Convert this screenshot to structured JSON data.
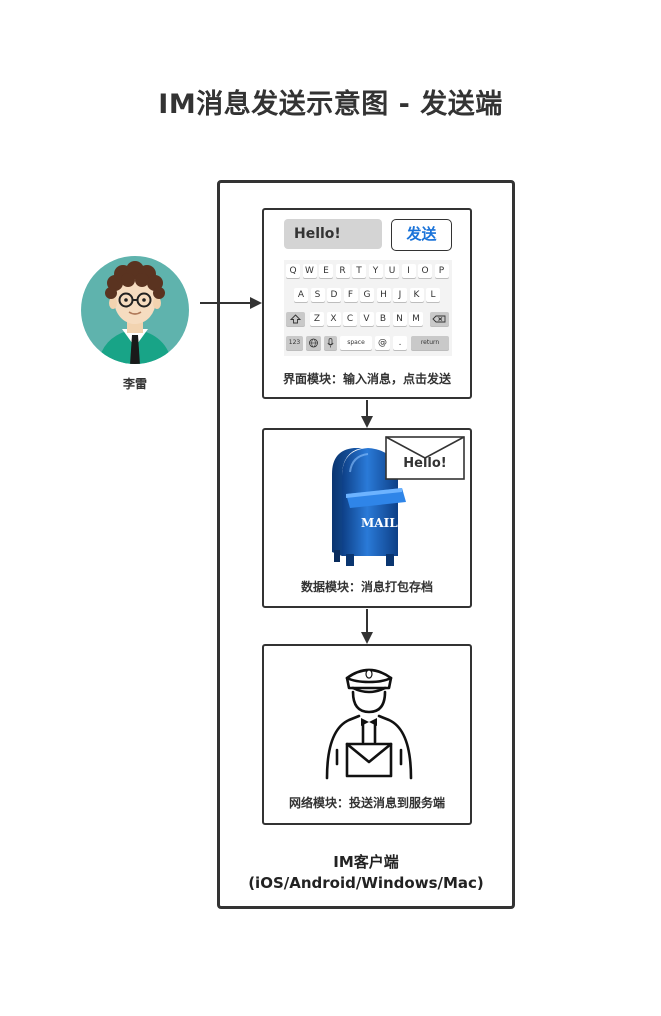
{
  "title": "IM消息发送示意图 - 发送端",
  "user": {
    "name": "李雷"
  },
  "client": {
    "line1": "IM客户端",
    "line2": "(iOS/Android/Windows/Mac)"
  },
  "ui_module": {
    "label": "界面模块：输入消息，点击发送",
    "input_value": "Hello!",
    "send_label": "发送",
    "keyboard": {
      "row1": [
        "Q",
        "W",
        "E",
        "R",
        "T",
        "Y",
        "U",
        "I",
        "O",
        "P"
      ],
      "row2": [
        "A",
        "S",
        "D",
        "F",
        "G",
        "H",
        "J",
        "K",
        "L"
      ],
      "row3": [
        "Z",
        "X",
        "C",
        "V",
        "B",
        "N",
        "M"
      ],
      "num_key": "123",
      "space_key": "space",
      "at_key": "@",
      "dot_key": ".",
      "return_key": "return"
    }
  },
  "data_module": {
    "label": "数据模块：消息打包存档",
    "envelope_text": "Hello!",
    "mailbox_text": "MAIL"
  },
  "net_module": {
    "label": "网络模块：投送消息到服务端",
    "cap_badge": "0"
  },
  "colors": {
    "send_blue": "#1a73d9",
    "mailbox_blue": "#1e63b8",
    "avatar_bg": "#5fb3ad"
  }
}
